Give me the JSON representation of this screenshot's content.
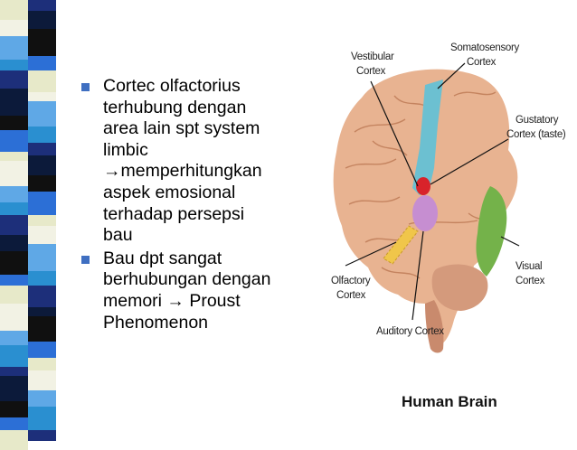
{
  "slide": {
    "bullets": [
      {
        "lines": [
          "Cortec olfactorius",
          "terhubung dengan",
          "area lain spt system",
          "limbic",
          "→memperhitungkan",
          "aspek emosional",
          "terhadap persepsi",
          "bau"
        ]
      },
      {
        "lines": [
          "Bau dpt sangat",
          "berhubungan dengan",
          "memori → Proust",
          "Phenomenon"
        ]
      }
    ]
  },
  "figure": {
    "labels": {
      "vestibular": [
        "Vestibular",
        "Cortex"
      ],
      "somatosensory": [
        "Somatosensory",
        "Cortex"
      ],
      "gustatory": [
        "Gustatory",
        "Cortex (taste)"
      ],
      "visual": [
        "Visual",
        "Cortex"
      ],
      "olfactory": [
        "Olfactory",
        "Cortex"
      ],
      "auditory": [
        "Auditory Cortex"
      ]
    },
    "title": "Human Brain",
    "colors": {
      "brain": "#e8b391",
      "somatosensory": "#6cc0d1",
      "visual": "#74b24a",
      "gustatory": "#d8232a",
      "auditory": "#c68ed1",
      "olfactory": "#f0c64a"
    }
  },
  "decor": {
    "strip_colors": [
      "#1d2f7a",
      "#2c6fd6",
      "#5fa8e6",
      "#0c1a3a",
      "#e7e9c9",
      "#2a8fd0",
      "#101010",
      "#f2f2e4"
    ]
  }
}
